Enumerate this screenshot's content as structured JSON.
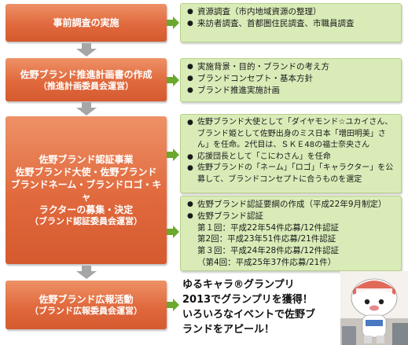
{
  "stages": [
    {
      "lines": [
        "事前調査の実施"
      ],
      "sub": ""
    },
    {
      "lines": [
        "佐野ブランド推進計画書の作成"
      ],
      "sub": "（推進計画委員会運営）"
    },
    {
      "lines": [
        "佐野ブランド認証事業",
        "佐野ブランド大使・佐野ブランド",
        "ブランドネーム・ブランドロゴ・キャ",
        "ラクターの募集・決定"
      ],
      "sub": "（ブランド認証委員会運営）"
    },
    {
      "lines": [
        "佐野ブランド広報活動"
      ],
      "sub": "（ブランド広報委員会運営）"
    }
  ],
  "details": {
    "survey": [
      "資源調査（市内地域資源の整理）",
      "来訪者調査、首都圏住民調査、市職員調査"
    ],
    "plan": [
      "実施背景・目的・ブランドの考え方",
      "ブランドコンセプト・基本方針",
      "ブランド推進実施計画"
    ],
    "certification_a": [
      "佐野ブランド大使として「ダイヤモンド☆ユカイさん、ブランド姫として佐野出身のミス日本「増田明美」さん」を任命。2代目は、ＳＫＥ48の福士奈央さん",
      "応援団長として「こにわさん」を任命",
      "佐野ブランドの「ネーム」「ロゴ」「キャラクター」を公募して、ブランドコンセプトに合うものを選定"
    ],
    "certification_b": {
      "bullets": [
        "佐野ブランド認証要綱の作成（平成22年9月制定）",
        "佐野ブランド認証"
      ],
      "rounds": [
        "第１回：平成22年54件応募/12件認証",
        "第2回：平成23年51件応募/21件認証",
        "第３回：平成24年28件応募/12件認証",
        "（第4回：平成25年37件応募/21件）"
      ]
    }
  },
  "callout": [
    "ゆるキャラ®グランプリ",
    "2013でグランプリを獲得！",
    "いろいろなイベントで佐野ブ",
    "ランドをアピール！"
  ],
  "colors": {
    "stage": "#e0693d",
    "detail_box": "#d9ecb8",
    "arrow_green": "#6aa82e",
    "arrow_gray": "#a6a6a6"
  }
}
